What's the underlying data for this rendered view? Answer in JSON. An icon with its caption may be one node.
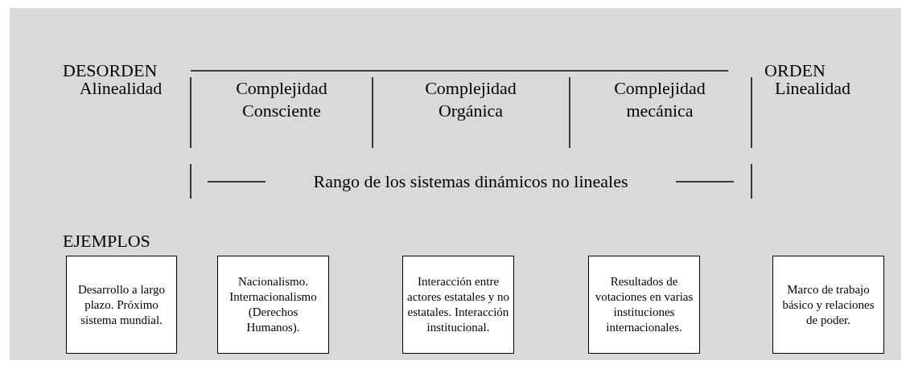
{
  "diagram": {
    "nodes": [
      {
        "text": [
          "Desarrollo a largo plazo. Próximo sistema mundial."
        ]
      },
      {
        "text": [
          "Nacionalismo. Internacionalismo (Derechos Humanos)."
        ]
      },
      {
        "text": [
          "Interacción entre actores estatales y no estatales. Interacción institucional."
        ]
      },
      {
        "text": [
          "Resultados de votaciones en varias instituciones internacionales."
        ]
      },
      {
        "text": [
          "Marco de trabajo básico y relaciones de poder."
        ]
      }
    ],
    "labels": [
      "DESORDEN",
      "ORDEN",
      "Alinealidad",
      "Complejidad Consciente",
      "Complejidad Orgánica",
      "Complejidad mecánica",
      "Linealidad",
      "Rango de los sistemas dinámicos no lineales",
      "EJEMPLOS"
    ]
  }
}
